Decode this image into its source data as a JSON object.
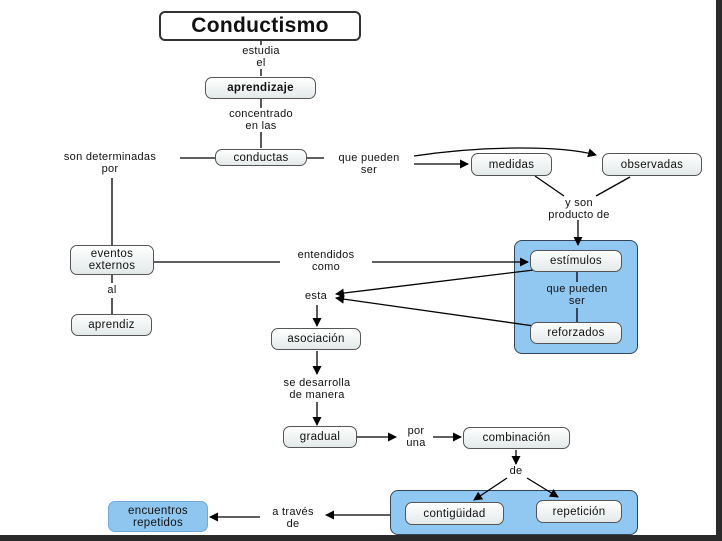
{
  "title": "Conductismo",
  "nodes": {
    "aprendizaje": "aprendizaje",
    "conductas": "conductas",
    "medidas": "medidas",
    "observadas": "observadas",
    "eventos_externos": "eventos\nexternos",
    "aprendiz": "aprendiz",
    "estimulos": "estímulos",
    "reforzados": "reforzados",
    "asociacion": "asociación",
    "gradual": "gradual",
    "combinacion": "combinación",
    "contiguidad": "contigüidad",
    "repeticion": "repetición",
    "encuentros_repetidos": "encuentros\nrepetidos"
  },
  "links": {
    "estudia_el": "estudia\nel",
    "concentrado_en_las": "concentrado\nen las",
    "son_determinadas_por": "son determinadas\npor",
    "que_pueden_ser_1": "que pueden\nser",
    "y_son_producto_de": "y son\nproducto de",
    "entendidos_como": "entendidos\ncomo",
    "al": "al",
    "esta": "esta",
    "que_pueden_ser_2": "que pueden\nser",
    "se_desarrolla_de_manera": "se desarrolla\nde manera",
    "por_una": "por\nuna",
    "de": "de",
    "a_traves_de": "a través\nde"
  },
  "colors": {
    "group_fill": "#91c8f2",
    "highlight_node": "#8ec6f0",
    "node_border": "#555555"
  }
}
